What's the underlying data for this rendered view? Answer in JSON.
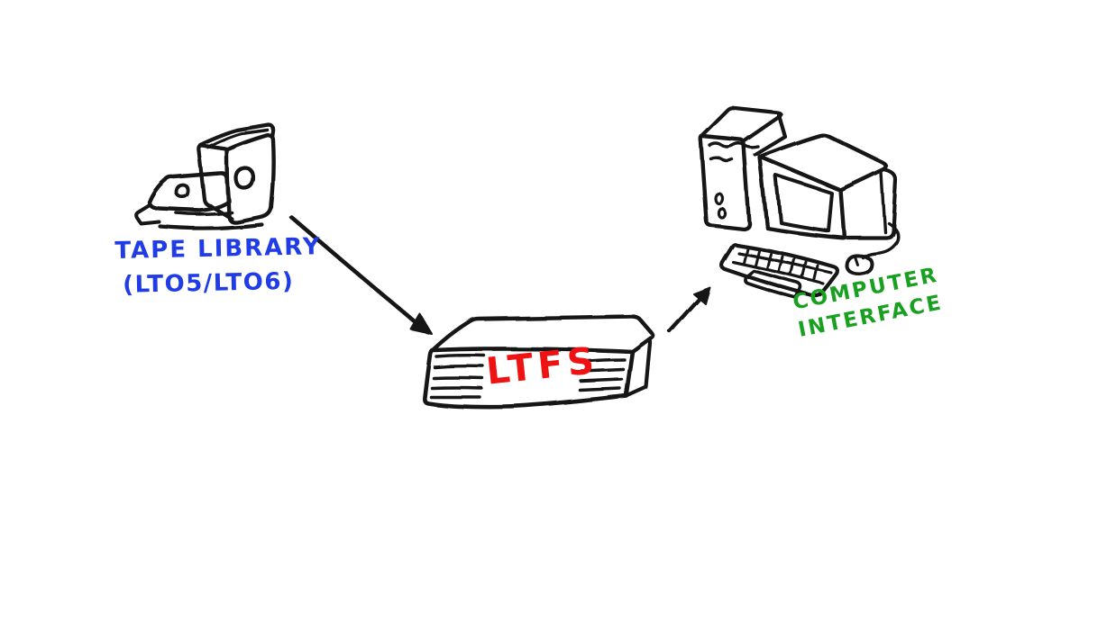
{
  "diagram": {
    "background_color": "#ffffff",
    "ink_color": "#141414",
    "nodes": {
      "tape_library": {
        "label_line1": "TAPE LIBRARY",
        "label_line2": "(LTO5/LTO6)",
        "label_color": "#1f3ce6",
        "icon": "two-lto-tape-cartridges"
      },
      "ltfs_server": {
        "label": "LTFS",
        "label_color": "#ee1212",
        "icon": "rack-server-box"
      },
      "computer": {
        "label_line1": "COMPUTER",
        "label_line2": "INTERFACE",
        "label_color": "#1aa021",
        "icon": "desktop-computer-tower-crt-keyboard-mouse"
      }
    },
    "connections": [
      {
        "from": "tape_library",
        "to": "ltfs_server",
        "style": "arrow"
      },
      {
        "from": "ltfs_server",
        "to": "computer",
        "style": "arrow"
      }
    ]
  }
}
